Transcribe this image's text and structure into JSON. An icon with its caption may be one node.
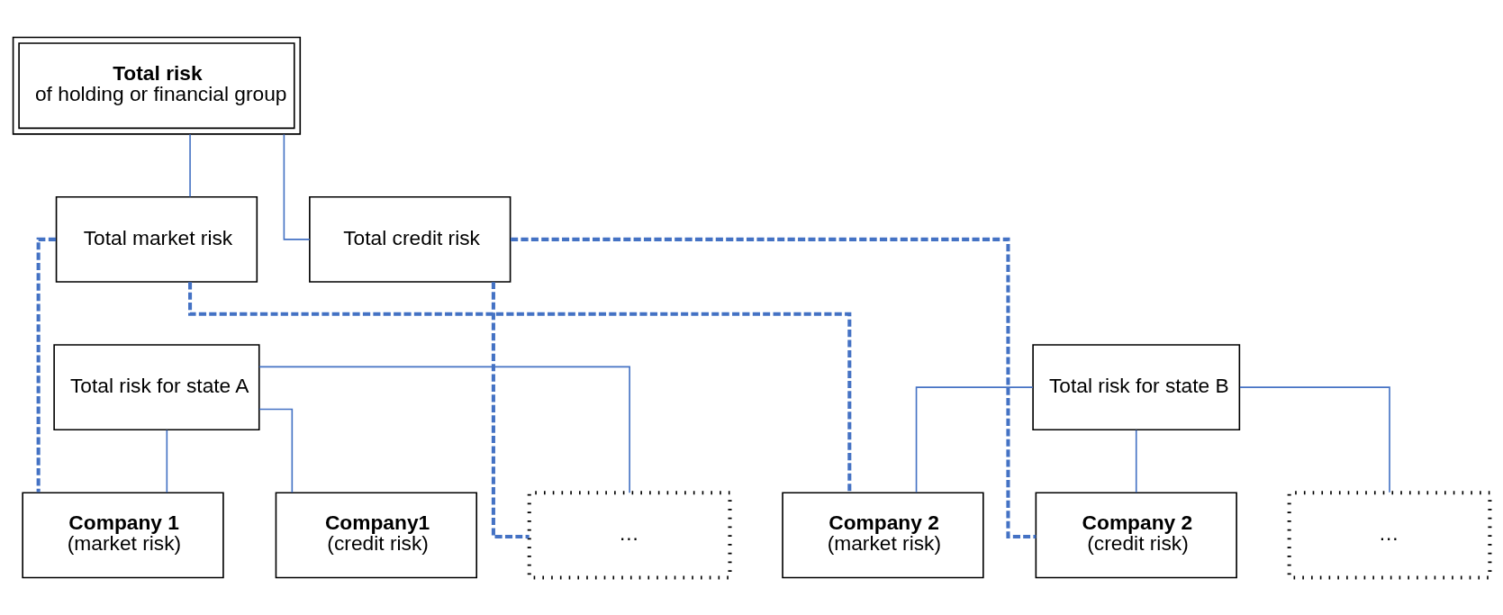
{
  "diagram": {
    "nodes": [
      {
        "text": [
          "Total risk",
          "of holding or financial group"
        ]
      },
      {
        "text": [
          "Total market risk"
        ]
      },
      {
        "text": [
          "Total credit risk"
        ]
      },
      {
        "text": [
          "Total risk for state A"
        ]
      },
      {
        "text": [
          "Total risk for state B"
        ]
      },
      {
        "text": [
          "Company 1",
          "(market risk)"
        ]
      },
      {
        "text": [
          "Company1",
          "(credit risk)"
        ]
      },
      {
        "text": [
          "…"
        ]
      },
      {
        "text": [
          "Company 2",
          "(market risk)"
        ]
      },
      {
        "text": [
          "Company 2",
          "(credit risk)"
        ]
      },
      {
        "text": [
          "…"
        ]
      }
    ],
    "edges": [
      {
        "from": 0,
        "to": 1,
        "arrow": "none"
      },
      {
        "from": 0,
        "to": 2,
        "arrow": "none"
      },
      {
        "from": 3,
        "to": 5,
        "arrow": "none"
      },
      {
        "from": 3,
        "to": 6,
        "arrow": "none"
      },
      {
        "from": 3,
        "to": 7,
        "arrow": "none"
      },
      {
        "from": 4,
        "to": 8,
        "arrow": "none"
      },
      {
        "from": 4,
        "to": 9,
        "arrow": "none"
      },
      {
        "from": 4,
        "to": 10,
        "arrow": "none"
      },
      {
        "from": 1,
        "to": 5,
        "arrow": "none",
        "style": "dashed"
      },
      {
        "from": 1,
        "to": 8,
        "arrow": "none",
        "style": "dashed"
      },
      {
        "from": 2,
        "to": 7,
        "arrow": "none",
        "style": "dashed"
      },
      {
        "from": 2,
        "to": 9,
        "arrow": "none",
        "style": "dashed"
      }
    ]
  }
}
